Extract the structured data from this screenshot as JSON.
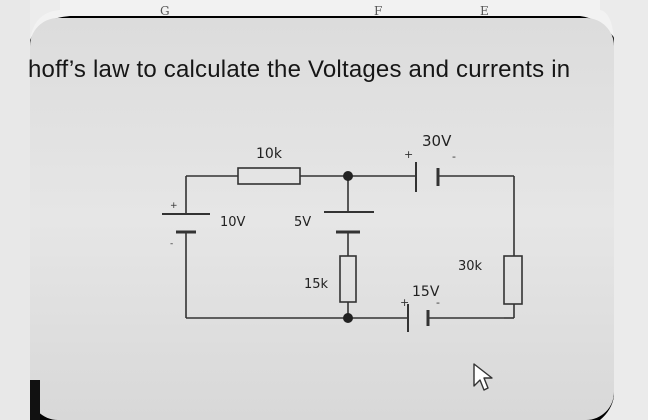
{
  "page": {
    "ruler_letters": [
      "G",
      "F",
      "E"
    ],
    "question_text": "hoff’s law to calculate the Voltages and currents in"
  },
  "diagram": {
    "resistors": [
      {
        "id": "r-10k",
        "label": "10k"
      },
      {
        "id": "r-15k",
        "label": "15k"
      },
      {
        "id": "r-30k",
        "label": "30k"
      }
    ],
    "sources": [
      {
        "id": "v-10",
        "label": "10V"
      },
      {
        "id": "v-5",
        "label": "5V"
      },
      {
        "id": "v-30",
        "label": "30V"
      },
      {
        "id": "v-15",
        "label": "15V"
      }
    ],
    "polarity": {
      "plus": "+",
      "minus": "-"
    }
  },
  "icons": {
    "cursor": "mouse-pointer-icon"
  },
  "colors": {
    "background": "#000000",
    "paper": "#e9e9e9",
    "ink": "#222222"
  }
}
